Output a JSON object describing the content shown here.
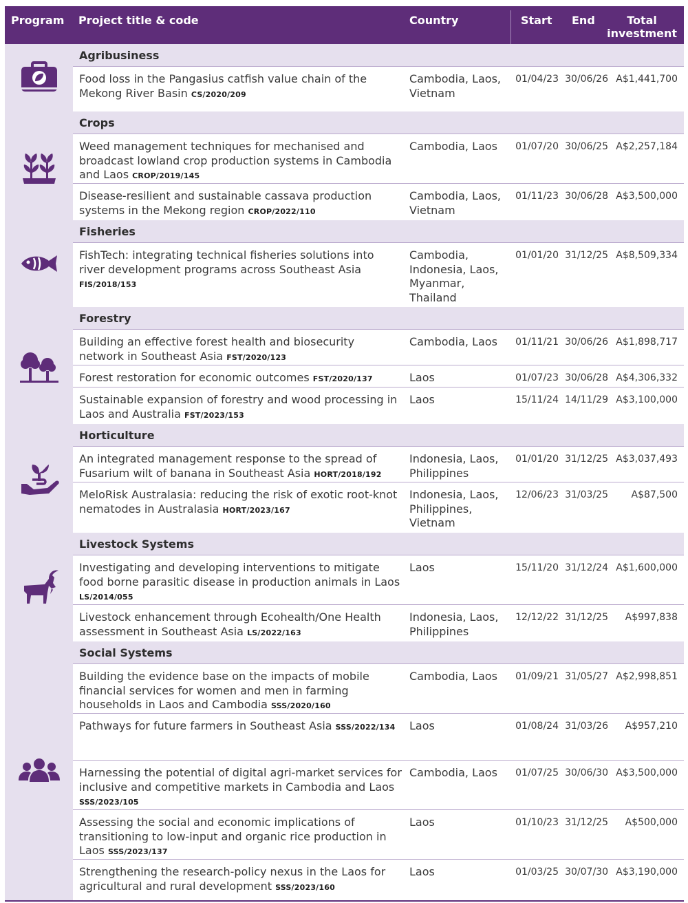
{
  "header": {
    "program": "Program",
    "title": "Project title & code",
    "country": "Country",
    "start": "Start",
    "end": "End",
    "total_line1": "Total",
    "total_line2": "investment"
  },
  "colors": {
    "header_bg": "#5e2d79",
    "icon_fill": "#5e2d79",
    "band_bg": "#e6e0ee"
  },
  "groups": [
    {
      "name": "Agribusiness",
      "icon": "briefcase-leaf-icon",
      "rows": [
        {
          "title": "Food loss in the Pangasius catfish value chain of the Mekong River Basin",
          "code": "CS/2020/209",
          "country": "Cambodia, Laos, Vietnam",
          "start": "01/04/23",
          "end": "30/06/26",
          "total": "A$1,441,700"
        }
      ]
    },
    {
      "name": "Crops",
      "icon": "plants-icon",
      "rows": [
        {
          "title": "Weed management techniques for mechanised and broadcast lowland crop production systems in Cambodia and Laos",
          "code": "CROP/2019/145",
          "country": "Cambodia, Laos",
          "start": "01/07/20",
          "end": "30/06/25",
          "total": "A$2,257,184"
        },
        {
          "title": "Disease-resilient and sustainable cassava production systems in the Mekong region",
          "code": "CROP/2022/110",
          "country": "Cambodia, Laos, Vietnam",
          "start": "01/11/23",
          "end": "30/06/28",
          "total": "A$3,500,000"
        }
      ]
    },
    {
      "name": "Fisheries",
      "icon": "fish-icon",
      "rows": [
        {
          "title": "FishTech: integrating technical fisheries solutions into river development programs across Southeast Asia",
          "code": "FIS/2018/153",
          "country": "Cambodia, Indonesia, Laos, Myanmar, Thailand",
          "start": "01/01/20",
          "end": "31/12/25",
          "total": "A$8,509,334"
        }
      ]
    },
    {
      "name": "Forestry",
      "icon": "trees-icon",
      "rows": [
        {
          "title": "Building an effective forest health and biosecurity network in Southeast Asia",
          "code": "FST/2020/123",
          "country": "Cambodia, Laos",
          "start": "01/11/21",
          "end": "30/06/26",
          "total": "A$1,898,717"
        },
        {
          "title": "Forest restoration for economic outcomes",
          "code": "FST/2020/137",
          "country": "Laos",
          "start": "01/07/23",
          "end": "30/06/28",
          "total": "A$4,306,332"
        },
        {
          "title": "Sustainable expansion of forestry and wood processing in Laos and Australia",
          "code": "FST/2023/153",
          "country": "Laos",
          "start": "15/11/24",
          "end": "14/11/29",
          "total": "A$3,100,000"
        }
      ]
    },
    {
      "name": "Horticulture",
      "icon": "hand-seedling-icon",
      "rows": [
        {
          "title": "An integrated management response to the spread of Fusarium wilt of banana in Southeast Asia",
          "code": "HORT/2018/192",
          "country": "Indonesia, Laos, Philippines",
          "start": "01/01/20",
          "end": "31/12/25",
          "total": "A$3,037,493"
        },
        {
          "title": "MeloRisk Australasia: reducing the risk of exotic root-knot nematodes in Australasia",
          "code": "HORT/2023/167",
          "country": "Indonesia, Laos, Philippines, Vietnam",
          "start": "12/06/23",
          "end": "31/03/25",
          "total": "A$87,500"
        }
      ]
    },
    {
      "name": "Livestock Systems",
      "icon": "goat-icon",
      "rows": [
        {
          "title": "Investigating and developing interventions to mitigate food borne parasitic disease in production animals in Laos",
          "code": "LS/2014/055",
          "country": "Laos",
          "start": "15/11/20",
          "end": "31/12/24",
          "total": "A$1,600,000"
        },
        {
          "title": "Livestock enhancement through Ecohealth/One Health assessment in Southeast Asia",
          "code": "LS/2022/163",
          "country": "Indonesia, Laos, Philippines",
          "start": "12/12/22",
          "end": "31/12/25",
          "total": "A$997,838"
        }
      ]
    },
    {
      "name": "Social Systems",
      "icon": "people-group-icon",
      "rows": [
        {
          "title": "Building the evidence base on the impacts of mobile financial services for women and men in farming households in Laos and Cambodia",
          "code": "SSS/2020/160",
          "country": "Cambodia, Laos",
          "start": "01/09/21",
          "end": "31/05/27",
          "total": "A$2,998,851"
        },
        {
          "title": "Pathways for future farmers in Southeast Asia",
          "code": "SSS/2022/134",
          "country": "Laos",
          "start": "01/08/24",
          "end": "31/03/26",
          "total": "A$957,210"
        },
        {
          "title": "Harnessing the potential of digital agri-market services for inclusive and competitive markets in Cambodia and Laos",
          "code": "SSS/2023/105",
          "country": "Cambodia, Laos",
          "start": "01/07/25",
          "end": "30/06/30",
          "total": "A$3,500,000"
        },
        {
          "title": "Assessing the social and economic implications of transitioning to low-input and organic rice production in Laos",
          "code": "SSS/2023/137",
          "country": "Laos",
          "start": "01/10/23",
          "end": "31/12/25",
          "total": "A$500,000"
        },
        {
          "title": "Strengthening the research-policy nexus in the Laos for agricultural and rural development",
          "code": "SSS/2023/160",
          "country": "Laos",
          "start": "01/03/25",
          "end": "30/07/30",
          "total": "A$3,190,000"
        }
      ]
    }
  ]
}
